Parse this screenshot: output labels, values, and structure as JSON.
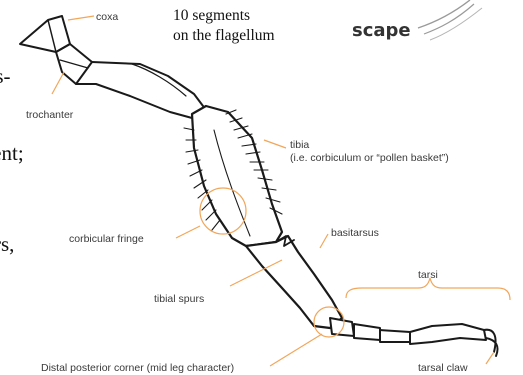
{
  "colors": {
    "leader": "#f2a65a",
    "ink": "#1a1a1a",
    "label": "#3a3a3a"
  },
  "overlay": {
    "segments_line1": "10 segments",
    "segments_line2": "on the flagellum",
    "scape": "scape"
  },
  "clipped_text": {
    "es": "es-",
    "ent": "sent;",
    "rs": "rs,"
  },
  "labels": {
    "coxa": "coxa",
    "trochanter": "trochanter",
    "tibia_line1": "tibia",
    "tibia_line2": "(i.e. corbiculum or “pollen basket”)",
    "corbicular_fringe": "corbicular fringe",
    "basitarsus": "basitarsus",
    "tarsi": "tarsi",
    "tibial_spurs": "tibial spurs",
    "distal_corner": "Distal posterior corner (mid leg character)",
    "tarsal_claw": "tarsal claw"
  }
}
